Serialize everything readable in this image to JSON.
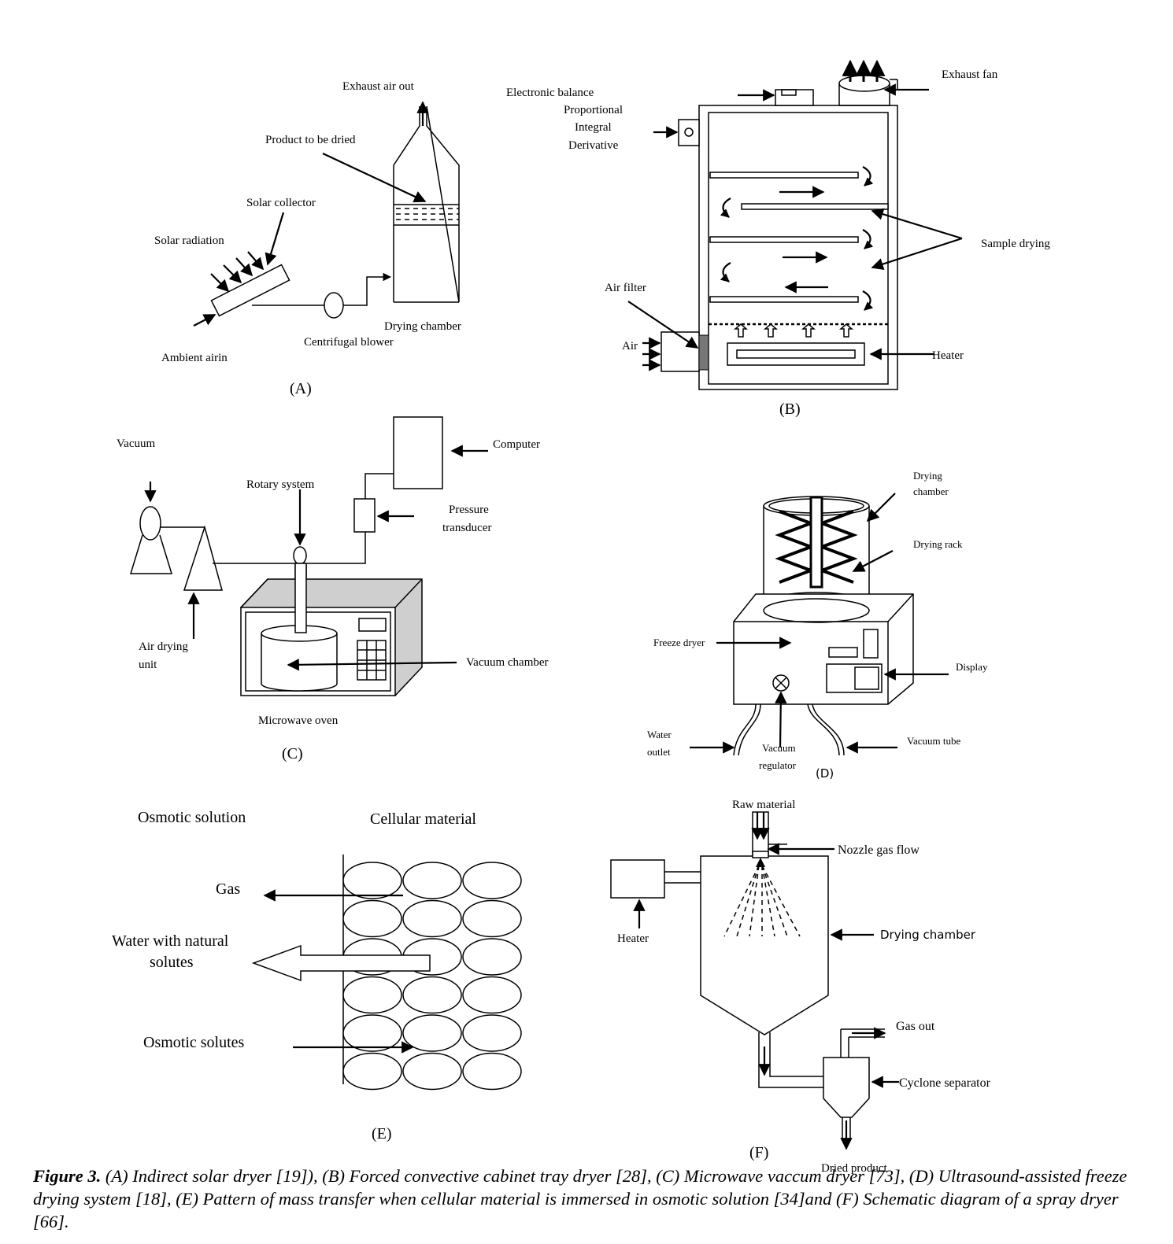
{
  "panels": {
    "a": {
      "panel_label": "(A)",
      "labels": {
        "exhaust": "Exhaust air out",
        "product": "Product to be dried",
        "collector": "Solar collector",
        "radiation": "Solar radiation",
        "chamber": "Drying chamber",
        "blower": "Centrifugal blower",
        "ambient": "Ambient airin"
      }
    },
    "b": {
      "panel_label": "(B)",
      "labels": {
        "balance": "Electronic balance",
        "pid_1": "Proportional",
        "pid_2": "Integral",
        "pid_3": "Derivative",
        "fan": "Exhaust fan",
        "sample": "Sample drying",
        "filter": "Air filter",
        "air": "Air",
        "heater": "Heater"
      }
    },
    "c": {
      "panel_label": "(C)",
      "labels": {
        "vacuum": "Vacuum",
        "computer": "Computer",
        "rotary": "Rotary system",
        "pressure_1": "Pressure",
        "pressure_2": "transducer",
        "air_drying_1": "Air drying",
        "air_drying_2": "unit",
        "vacuum_chamber": "Vacuum chamber",
        "oven": "Microwave oven"
      }
    },
    "d": {
      "panel_label": "(D)",
      "labels": {
        "chamber_1": "Drying",
        "chamber_2": "chamber",
        "rack": "Drying rack",
        "freeze": "Freeze dryer",
        "display": "Display",
        "water_1": "Water",
        "water_2": "outlet",
        "regulator_1": "Vacuum",
        "regulator_2": "regulator",
        "tube": "Vacuum tube"
      }
    },
    "e": {
      "panel_label": "(E)",
      "labels": {
        "osmotic_solution": "Osmotic solution",
        "cellular": "Cellular material",
        "gas": "Gas",
        "water_1": "Water with natural",
        "water_2": "solutes",
        "solutes": "Osmotic solutes"
      }
    },
    "f": {
      "panel_label": "(F)",
      "labels": {
        "raw": "Raw material",
        "nozzle": "Nozzle gas flow",
        "heater": "Heater",
        "chamber": "Drying chamber",
        "gas_out": "Gas out",
        "cyclone": "Cyclone separator",
        "dried": "Dried product"
      }
    }
  },
  "caption": {
    "figure_label": "Figure 3.",
    "text": " (A) Indirect solar dryer [19]), (B) Forced convective cabinet tray dryer [28], (C) Microwave vaccum dryer [73], (D) Ultrasound-assisted freeze drying system [18], (E) Pattern of mass transfer when cellular material is immersed in osmotic solution [34]and (F) Schematic diagram of a spray dryer [66]."
  }
}
